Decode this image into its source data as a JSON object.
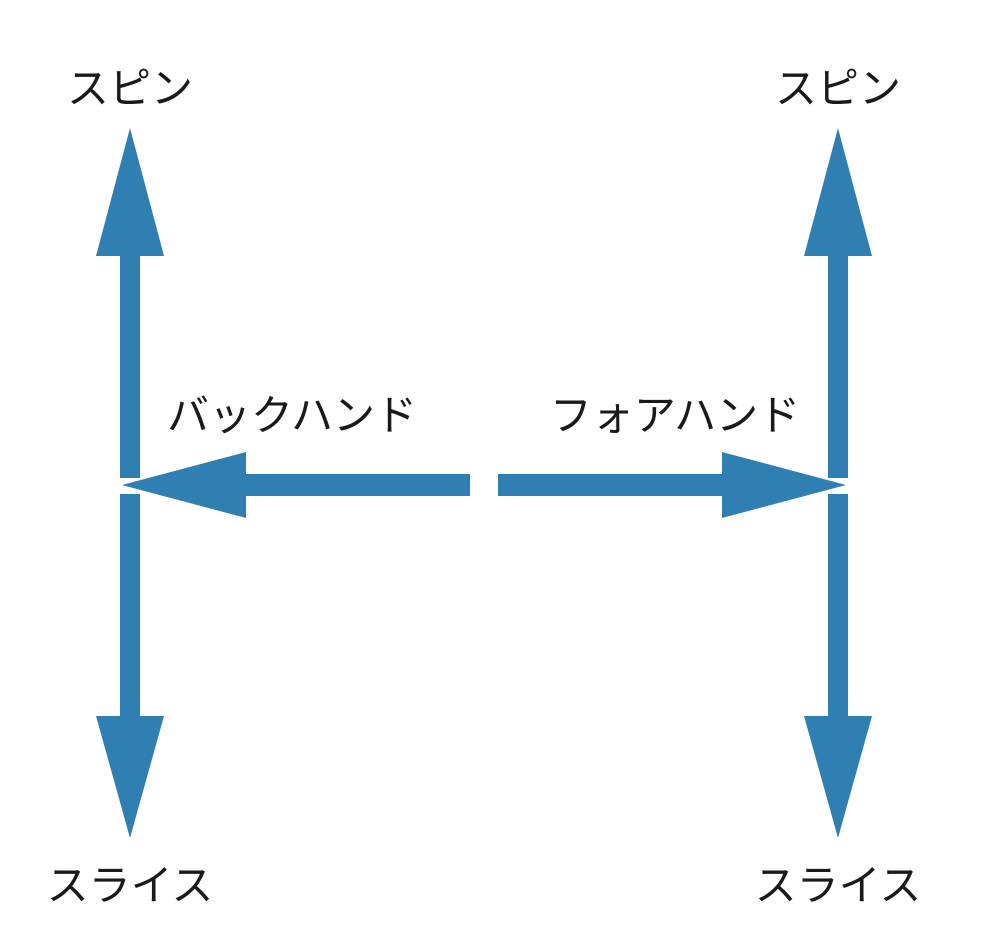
{
  "diagram": {
    "left_axis": {
      "top_label": "スピン",
      "bottom_label": "スライス",
      "horizontal_label": "バックハンド"
    },
    "right_axis": {
      "top_label": "スピン",
      "bottom_label": "スライス",
      "horizontal_label": "フォアハンド"
    },
    "arrow_color": "#2f7fb2"
  }
}
